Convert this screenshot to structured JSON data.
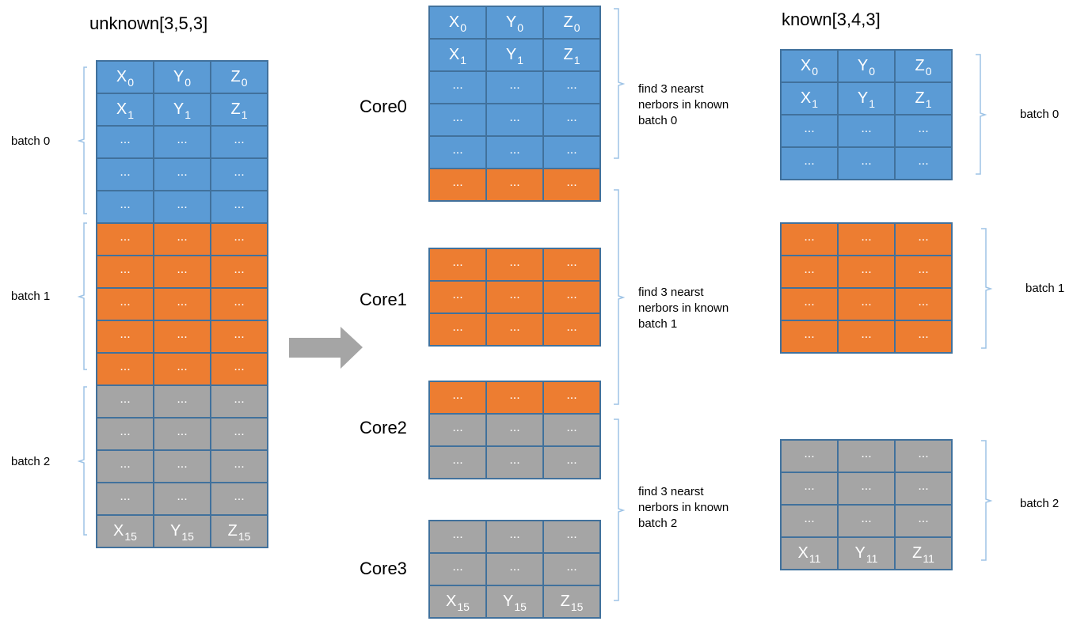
{
  "titles": {
    "unknown": "unknown[3,5,3]",
    "known": "known[3,4,3]"
  },
  "cores": [
    "Core0",
    "Core1",
    "Core2",
    "Core3"
  ],
  "unknown_batches": [
    "batch 0",
    "batch 1",
    "batch 2"
  ],
  "known_batches": [
    "batch 0",
    "batch 1",
    "batch 2"
  ],
  "notes": [
    "find 3 nearst\nnerbors in known\nbatch 0",
    "find 3 nearst\nnerbors in known\nbatch 1",
    "find 3 nearst\nnerbors in known\nbatch 2"
  ],
  "colors": {
    "batch0": "#5b9bd5",
    "batch1": "#ed7d31",
    "batch2": "#a5a5a5",
    "cell_border": "#41719c",
    "bracket": "#9dc3e6",
    "arrow": "#a5a5a5"
  },
  "grids": {
    "unknown": {
      "rows": [
        {
          "color": "blue",
          "cells": [
            "X|0",
            "Y|0",
            "Z|0"
          ]
        },
        {
          "color": "blue",
          "cells": [
            "X|1",
            "Y|1",
            "Z|1"
          ]
        },
        {
          "color": "blue",
          "cells": [
            "...",
            "...",
            "..."
          ]
        },
        {
          "color": "blue",
          "cells": [
            "...",
            "...",
            "..."
          ]
        },
        {
          "color": "blue",
          "cells": [
            "...",
            "...",
            "..."
          ]
        },
        {
          "color": "orange",
          "cells": [
            "...",
            "...",
            "..."
          ]
        },
        {
          "color": "orange",
          "cells": [
            "...",
            "...",
            "..."
          ]
        },
        {
          "color": "orange",
          "cells": [
            "...",
            "...",
            "..."
          ]
        },
        {
          "color": "orange",
          "cells": [
            "...",
            "...",
            "..."
          ]
        },
        {
          "color": "orange",
          "cells": [
            "...",
            "...",
            "..."
          ]
        },
        {
          "color": "gray",
          "cells": [
            "...",
            "...",
            "..."
          ]
        },
        {
          "color": "gray",
          "cells": [
            "...",
            "...",
            "..."
          ]
        },
        {
          "color": "gray",
          "cells": [
            "...",
            "...",
            "..."
          ]
        },
        {
          "color": "gray",
          "cells": [
            "...",
            "...",
            "..."
          ]
        },
        {
          "color": "gray",
          "cells": [
            "X|15",
            "Y|15",
            "Z|15"
          ]
        }
      ]
    },
    "core0": {
      "rows": [
        {
          "color": "blue",
          "cells": [
            "X|0",
            "Y|0",
            "Z|0"
          ]
        },
        {
          "color": "blue",
          "cells": [
            "X|1",
            "Y|1",
            "Z|1"
          ]
        },
        {
          "color": "blue",
          "cells": [
            "...",
            "...",
            "..."
          ]
        },
        {
          "color": "blue",
          "cells": [
            "...",
            "...",
            "..."
          ]
        },
        {
          "color": "blue",
          "cells": [
            "...",
            "...",
            "..."
          ]
        },
        {
          "color": "orange",
          "cells": [
            "...",
            "...",
            "..."
          ]
        }
      ]
    },
    "core1": {
      "rows": [
        {
          "color": "orange",
          "cells": [
            "...",
            "...",
            "..."
          ]
        },
        {
          "color": "orange",
          "cells": [
            "...",
            "...",
            "..."
          ]
        },
        {
          "color": "orange",
          "cells": [
            "...",
            "...",
            "..."
          ]
        }
      ]
    },
    "core2": {
      "rows": [
        {
          "color": "orange",
          "cells": [
            "...",
            "...",
            "..."
          ]
        },
        {
          "color": "gray",
          "cells": [
            "...",
            "...",
            "..."
          ]
        },
        {
          "color": "gray",
          "cells": [
            "...",
            "...",
            "..."
          ]
        }
      ]
    },
    "core3": {
      "rows": [
        {
          "color": "gray",
          "cells": [
            "...",
            "...",
            "..."
          ]
        },
        {
          "color": "gray",
          "cells": [
            "...",
            "...",
            "..."
          ]
        },
        {
          "color": "gray",
          "cells": [
            "X|15",
            "Y|15",
            "Z|15"
          ]
        }
      ]
    },
    "known0": {
      "rows": [
        {
          "color": "blue",
          "cells": [
            "X|0",
            "Y|0",
            "Z|0"
          ]
        },
        {
          "color": "blue",
          "cells": [
            "X|1",
            "Y|1",
            "Z|1"
          ]
        },
        {
          "color": "blue",
          "cells": [
            "...",
            "...",
            "..."
          ]
        },
        {
          "color": "blue",
          "cells": [
            "...",
            "...",
            "..."
          ]
        }
      ]
    },
    "known1": {
      "rows": [
        {
          "color": "orange",
          "cells": [
            "...",
            "...",
            "..."
          ]
        },
        {
          "color": "orange",
          "cells": [
            "...",
            "...",
            "..."
          ]
        },
        {
          "color": "orange",
          "cells": [
            "...",
            "...",
            "..."
          ]
        },
        {
          "color": "orange",
          "cells": [
            "...",
            "...",
            "..."
          ]
        }
      ]
    },
    "known2": {
      "rows": [
        {
          "color": "gray",
          "cells": [
            "...",
            "...",
            "..."
          ]
        },
        {
          "color": "gray",
          "cells": [
            "...",
            "...",
            "..."
          ]
        },
        {
          "color": "gray",
          "cells": [
            "...",
            "...",
            "..."
          ]
        },
        {
          "color": "gray",
          "cells": [
            "X|11",
            "Y|11",
            "Z|11"
          ]
        }
      ]
    }
  }
}
